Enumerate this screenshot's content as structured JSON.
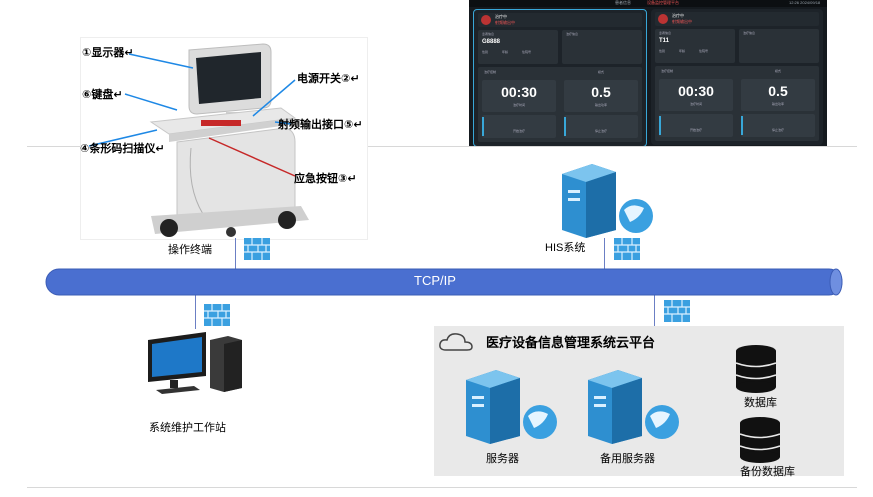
{
  "terminal": {
    "callouts": {
      "display": "①显示器↵",
      "keyboard": "⑥键盘↵",
      "barcode": "④条形码扫描仪↵",
      "power": "电源开关②↵",
      "rf_port": "射频输出接口⑤↵",
      "emergency": "应急按钮③↵"
    },
    "label": "操作终端"
  },
  "screen": {
    "tabs": [
      "患者信息",
      "设备监控管理平台"
    ],
    "time": "12:26 2024/09/18",
    "panels": [
      {
        "status_title": "治疗中",
        "status_sub": "射频输出中",
        "info_label": "患者信息",
        "patient": "G8888",
        "info_fields": [
          "性别",
          "年龄",
          "住院号"
        ],
        "side_label": "治疗信息",
        "ctrl_label": "治疗控制",
        "mode_label": "模式",
        "time_value": "00:30",
        "time_unit": "治疗时间",
        "power_value": "0.5",
        "power_unit": "输出功率",
        "btn_left": "开始治疗",
        "btn_right": "停止治疗"
      },
      {
        "status_title": "治疗中",
        "status_sub": "射频输出中",
        "info_label": "患者信息",
        "patient": "T11",
        "info_fields": [
          "性别",
          "年龄",
          "住院号"
        ],
        "side_label": "治疗信息",
        "ctrl_label": "治疗控制",
        "mode_label": "模式",
        "time_value": "00:30",
        "time_unit": "治疗时间",
        "power_value": "0.5",
        "power_unit": "输出功率",
        "btn_left": "开始治疗",
        "btn_right": "停止治疗"
      }
    ]
  },
  "network": {
    "bus_label": "TCP/IP",
    "his_label": "HIS系统",
    "workstation_label": "系统维护工作站",
    "cloud_title": "医疗设备信息管理系统云平台",
    "server_label": "服务器",
    "backup_server_label": "备用服务器",
    "database_label": "数据库",
    "backup_database_label": "备份数据库"
  },
  "colors": {
    "bus": "#4a6fd0",
    "link": "#6b7fc4",
    "server": "#2e8fd0",
    "database": "#111111",
    "cloud_box": "#e9e9e9"
  }
}
